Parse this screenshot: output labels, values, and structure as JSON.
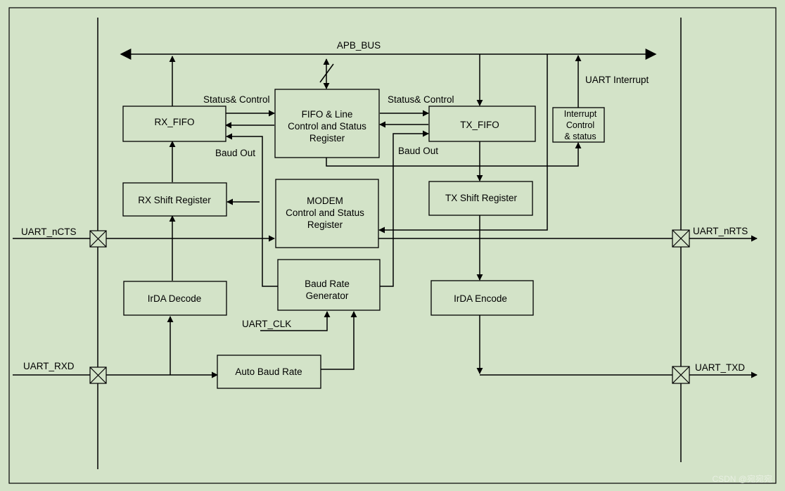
{
  "blocks": {
    "rx_fifo": "RX_FIFO",
    "fifo_line": [
      "FIFO & Line",
      "Control and Status",
      "Register"
    ],
    "tx_fifo": "TX_FIFO",
    "interrupt": [
      "Interrupt",
      "Control",
      "& status"
    ],
    "rx_shift": "RX Shift Register",
    "modem": [
      "MODEM",
      "Control and Status",
      "Register"
    ],
    "tx_shift": "TX Shift Register",
    "baud_gen": [
      "Baud Rate",
      "Generator"
    ],
    "irda_decode": "IrDA Decode",
    "irda_encode": "IrDA Encode",
    "auto_baud": "Auto Baud Rate"
  },
  "labels": {
    "apb_bus": "APB_BUS",
    "status_control_left": "Status& Control",
    "status_control_right": "Status& Control",
    "uart_interrupt": "UART Interrupt",
    "baud_out_left": "Baud Out",
    "baud_out_right": "Baud Out",
    "uart_clk": "UART_CLK"
  },
  "pins": {
    "uart_ncts": "UART_nCTS",
    "uart_rxd": "UART_RXD",
    "uart_nrts": "UART_nRTS",
    "uart_txd": "UART_TXD"
  },
  "watermark": "CSDN @宛宛宛"
}
